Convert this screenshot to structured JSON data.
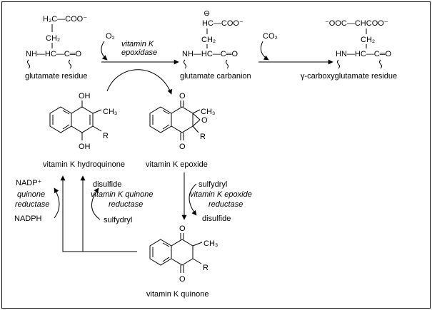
{
  "molecules": {
    "glutamate_residue": {
      "top": "H₂C—COO⁻",
      "ch2": "CH₂",
      "nh": "NH—HC—C═O",
      "name": "glutamate residue"
    },
    "glutamate_carbanion": {
      "charge": "⊖",
      "top": "HC—COO⁻",
      "ch2": "CH₂",
      "nh": "NH—HC—C═O",
      "name": "glutamate carbanion"
    },
    "gla_residue": {
      "top": "⁻OOC—CHCOO⁻",
      "ch2": "CH₂",
      "nh": "HN—HC—C═O",
      "name": "γ-carboxyglutamate residue"
    },
    "hydroquinone": {
      "oh_top": "OH",
      "oh_bottom": "OH",
      "methyl": "CH₃",
      "r": "R",
      "name": "vitamin K hydroquinone"
    },
    "epoxide": {
      "o_top": "O",
      "o_bottom": "O",
      "o_ring": "O",
      "methyl": "CH₃",
      "r": "R",
      "name": "vitamin K epoxide"
    },
    "quinone": {
      "o_top": "O",
      "o_bottom": "O",
      "methyl": "CH₃",
      "r": "R",
      "name": "vitamin K quinone"
    }
  },
  "reagents": {
    "o2": "O₂",
    "co2": "CO₂",
    "nadp": "NADP⁺",
    "nadph": "NADPH",
    "disulfide_left": "disulfide",
    "sulfydryl_left": "sulfydryl",
    "sulfydryl_right": "sulfydryl",
    "disulfide_right": "disulfide"
  },
  "enzymes": {
    "epoxidase_line1": "vitamin K",
    "epoxidase_line2": "epoxidase",
    "qr_nadp_line1": "quinone",
    "qr_nadp_line2": "reductase",
    "qr_thiol_line1": "vitamin K quinone",
    "qr_thiol_line2": "reductase",
    "er_line1": "vitamin K epoxide",
    "er_line2": "reductase"
  }
}
